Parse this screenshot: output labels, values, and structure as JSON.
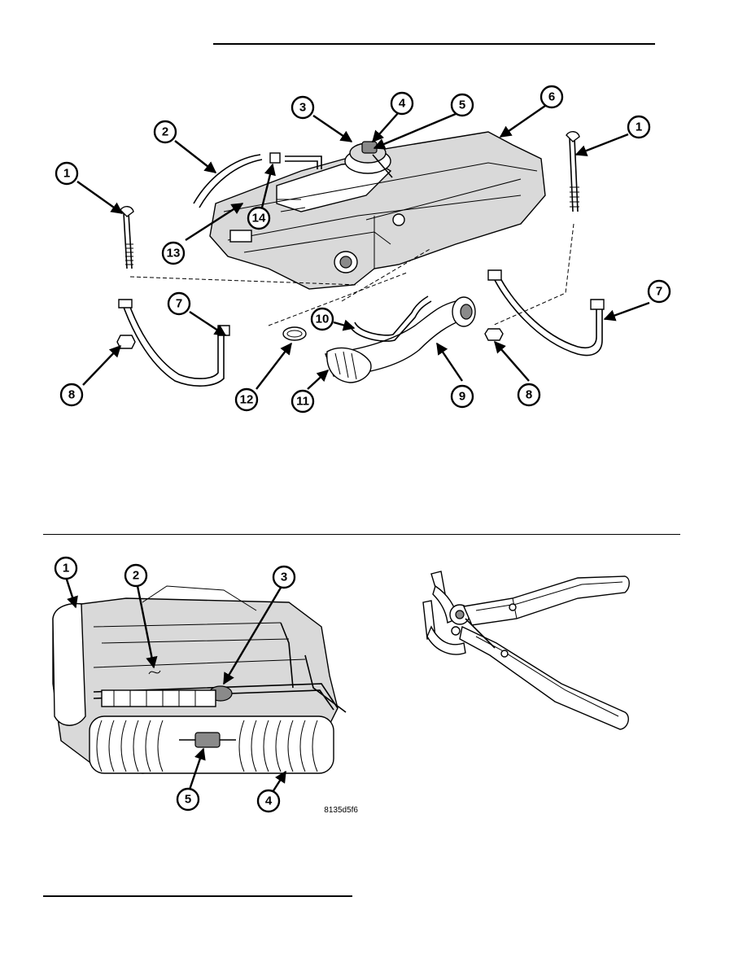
{
  "figures": [
    {
      "id": "81350a9e",
      "callouts": [
        "1",
        "2",
        "3",
        "4",
        "5",
        "6",
        "1",
        "14",
        "13",
        "7",
        "8",
        "10",
        "12",
        "11",
        "9",
        "8",
        "7"
      ]
    },
    {
      "id": "8135d5f6",
      "callouts": [
        "1",
        "2",
        "3",
        "5",
        "4"
      ]
    }
  ],
  "icons": {
    "figure1": "fuel-tank-assembly-exploded-icon",
    "figure2": "fuel-tank-underside-icon",
    "figure3": "hose-clamp-pliers-icon"
  }
}
